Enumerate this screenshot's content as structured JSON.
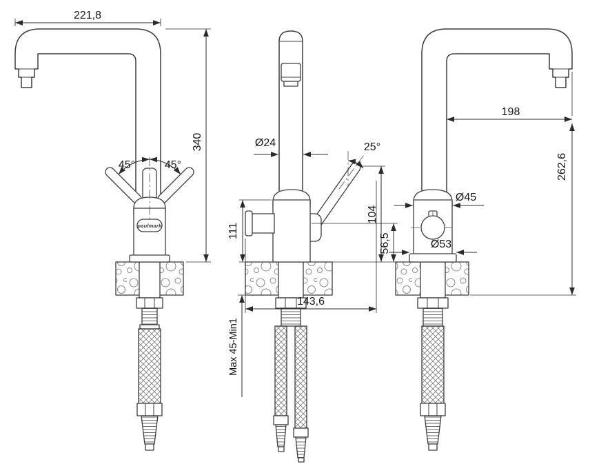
{
  "brand": "paulmark",
  "dimensions": {
    "spout_reach": "221,8",
    "total_height": "340",
    "handle_angle_left": "45°",
    "handle_angle_right": "45°",
    "spout_tube_diameter": "Ø24",
    "lever_angle": "25°",
    "body_height": "111",
    "lever_height": "104",
    "outlet_height": "56,5",
    "front_width": "143,6",
    "mounting_thickness": "Max 45-Min1",
    "rear_reach": "198",
    "spout_clearance": "262,6",
    "body_diameter": "Ø45",
    "base_diameter": "Ø53"
  }
}
